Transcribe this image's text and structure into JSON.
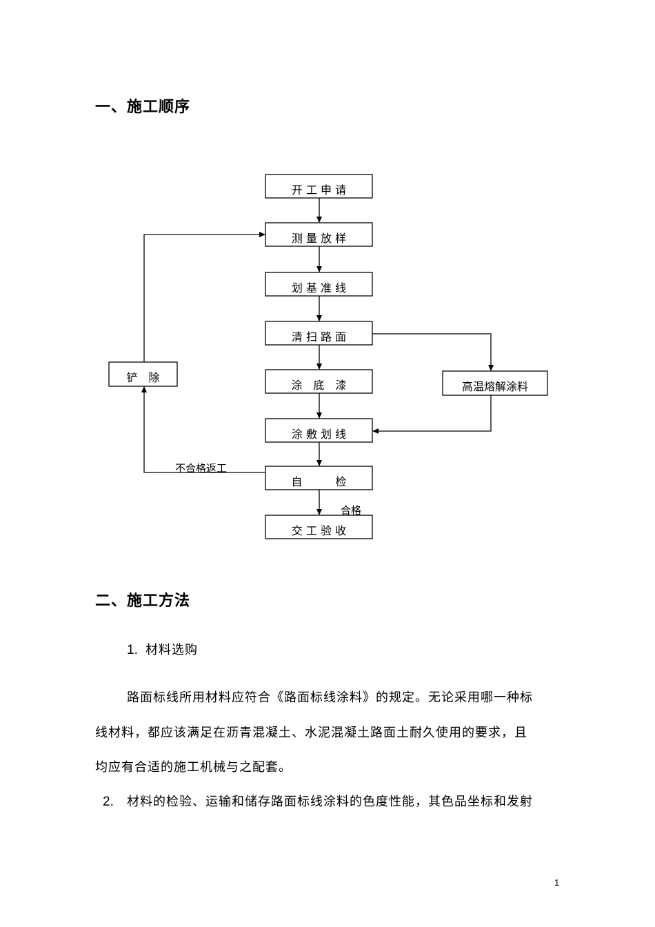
{
  "section1": {
    "title": "一、施工顺序"
  },
  "flowchart": {
    "steps": [
      "开 工 申 请",
      "测 量 放 样",
      "划 基 准 线",
      "清 扫 路 面",
      "涂　底　漆",
      "涂 敷 划 线",
      "自　　　检",
      "交 工 验 收"
    ],
    "side_left": "铲　除",
    "side_right": "高温熔解涂料",
    "label_fail": "不合格返工",
    "label_pass": "合格"
  },
  "section2": {
    "title": "二、施工方法"
  },
  "item1": {
    "number": "1.",
    "title": "材料选购"
  },
  "para1": {
    "lines": [
      "路面标线所用材料应符合《路面标线涂料》的规定。无论采用哪一种标",
      "线材料，都应该满足在沥青混凝土、水泥混凝土路面土耐久使用的要求，且",
      "均应有合适的施工机械与之配套。"
    ]
  },
  "item2": {
    "number": "2.",
    "text": "材料的检验、运输和储存路面标线涂料的色度性能，其色品坐标和发射"
  },
  "page_number": "1"
}
